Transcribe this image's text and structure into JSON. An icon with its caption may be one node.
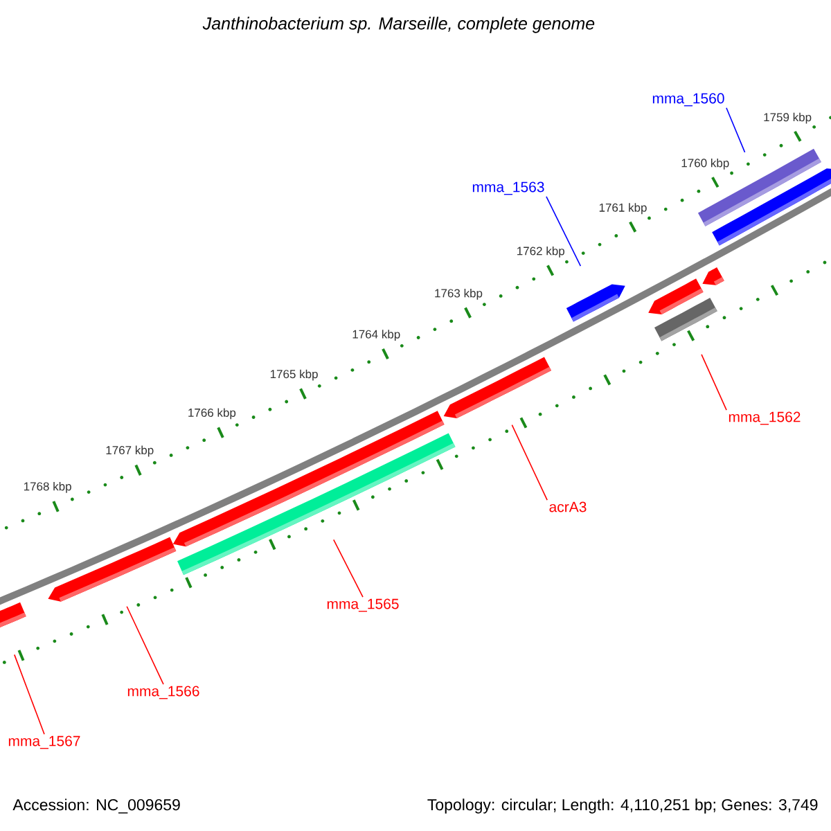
{
  "diagram": {
    "title": "Janthinobacterium sp. Marseille, complete genome",
    "nodes": [
      {
        "text": [
          "mma_1560"
        ]
      },
      {
        "text": [
          "mma_1563"
        ]
      },
      {
        "text": [
          "mma_1562"
        ]
      },
      {
        "text": [
          "acrA3"
        ]
      },
      {
        "text": [
          "mma_1565"
        ]
      },
      {
        "text": [
          "mma_1566"
        ]
      },
      {
        "text": [
          "mma_1567"
        ]
      },
      {
        "text": [],
        "shape": "bar"
      },
      {
        "text": [],
        "shape": "bar"
      },
      {
        "text": [],
        "shape": "bar"
      },
      {
        "text": [],
        "shape": "bar"
      },
      {
        "text": [],
        "shape": "bar"
      },
      {
        "text": [],
        "shape": "bar"
      },
      {
        "text": [],
        "shape": "bar"
      },
      {
        "text": [],
        "shape": "bar"
      },
      {
        "text": [],
        "shape": "bar"
      },
      {
        "text": [],
        "shape": "bar"
      },
      {
        "text": [],
        "shape": "bar"
      }
    ],
    "edges": [
      {
        "from": 0,
        "to": 7,
        "arrow": "none",
        "color": "#0000ff"
      },
      {
        "from": 1,
        "to": 9,
        "arrow": "none",
        "color": "#0000ff"
      },
      {
        "from": 2,
        "to": 12,
        "arrow": "none"
      },
      {
        "from": 3,
        "to": 13,
        "arrow": "none"
      },
      {
        "from": 4,
        "to": 15,
        "arrow": "none"
      },
      {
        "from": 5,
        "to": 16,
        "arrow": "none"
      },
      {
        "from": 6,
        "to": 17,
        "arrow": "none"
      }
    ],
    "labels": [
      "1759 kbp",
      "1760 kbp",
      "1761 kbp",
      "1762 kbp",
      "1763 kbp",
      "1764 kbp",
      "1765 kbp",
      "1766 kbp",
      "1767 kbp",
      "1768 kbp",
      "Accession: NC_009659",
      "Topology: circular; Length: 4,110,251 bp; Genes: 3,749"
    ]
  }
}
